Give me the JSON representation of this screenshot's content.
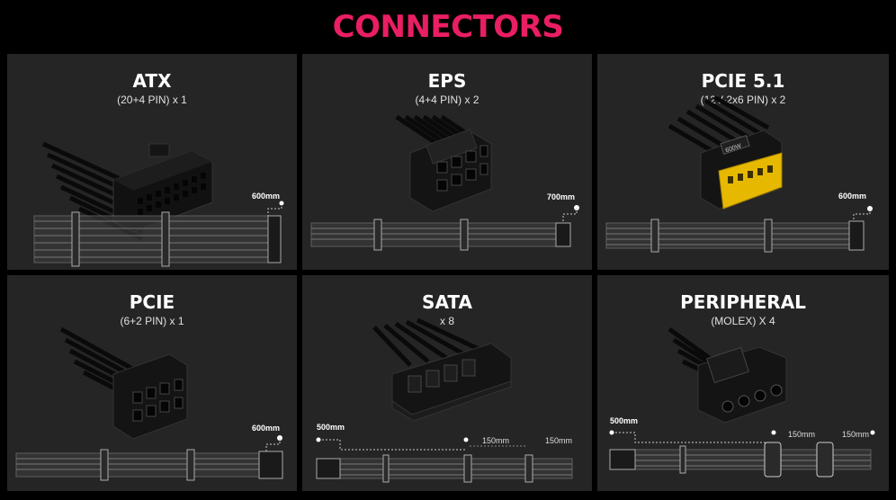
{
  "page": {
    "title": "CONNECTORS",
    "accent": "#e91e63"
  },
  "cards": [
    {
      "name": "ATX",
      "spec": "(20+4 PIN) x 1",
      "length": "600mm"
    },
    {
      "name": "EPS",
      "spec": "(4+4 PIN) x 2",
      "length": "700mm"
    },
    {
      "name": "PCIE 5.1",
      "spec": "(12V-2x6 PIN) x 2",
      "length": "600mm",
      "plug_label": "600W"
    },
    {
      "name": "PCIE",
      "spec": "(6+2 PIN) x 1",
      "length": "600mm"
    },
    {
      "name": "SATA",
      "spec": "x 8",
      "length": "500mm",
      "segment1": "150mm",
      "segment2": "150mm"
    },
    {
      "name": "PERIPHERAL",
      "spec": "(MOLEX) X 4",
      "length": "500mm",
      "segment1": "150mm",
      "segment2": "150mm"
    }
  ]
}
